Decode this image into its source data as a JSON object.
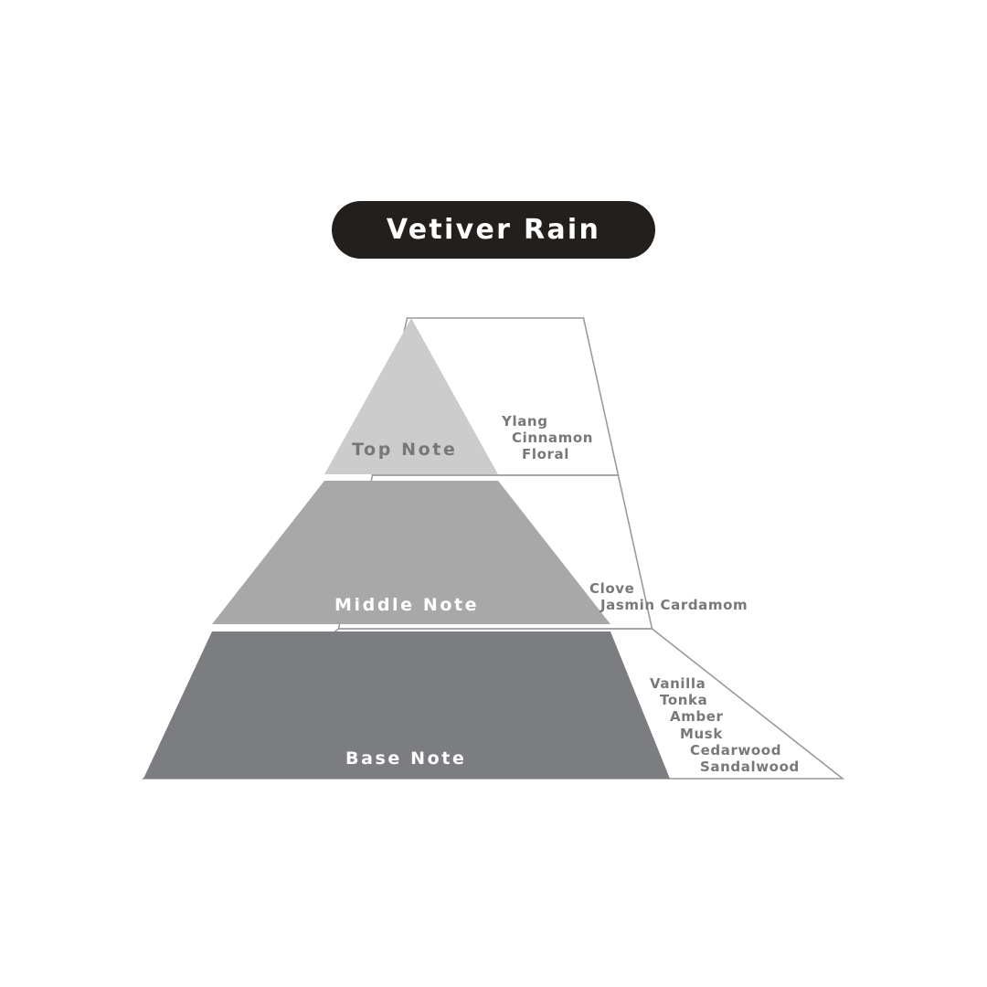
{
  "header": {
    "title": "Vetiver Rain"
  },
  "colors": {
    "pill_background": "#221f1d",
    "pill_text": "#ffffff",
    "top_tier_fill": "#cccccc",
    "middle_tier_fill": "#a8a8a8",
    "base_tier_fill": "#7b7d80",
    "outline_stroke": "#9a9a9a",
    "note_text": "#76787a",
    "top_label_text": "#757779",
    "light_label_text": "#ffffff",
    "page_background": "#ffffff"
  },
  "chart_data": {
    "type": "pyramid",
    "title": "Vetiver Rain",
    "tiers": [
      {
        "label": "Top Note",
        "fill": "#cccccc",
        "label_color": "#757779",
        "ingredients": [
          "Ylang",
          "Cinnamon",
          "Floral"
        ]
      },
      {
        "label": "Middle Note",
        "fill": "#a8a8a8",
        "label_color": "#ffffff",
        "ingredients": [
          "Clove",
          "Jasmin Cardamom"
        ]
      },
      {
        "label": "Base Note",
        "fill": "#7b7d80",
        "label_color": "#ffffff",
        "ingredients": [
          "Vanilla",
          "Tonka",
          "Amber",
          "Musk",
          "Cedarwood",
          "Sandalwood"
        ]
      }
    ]
  }
}
